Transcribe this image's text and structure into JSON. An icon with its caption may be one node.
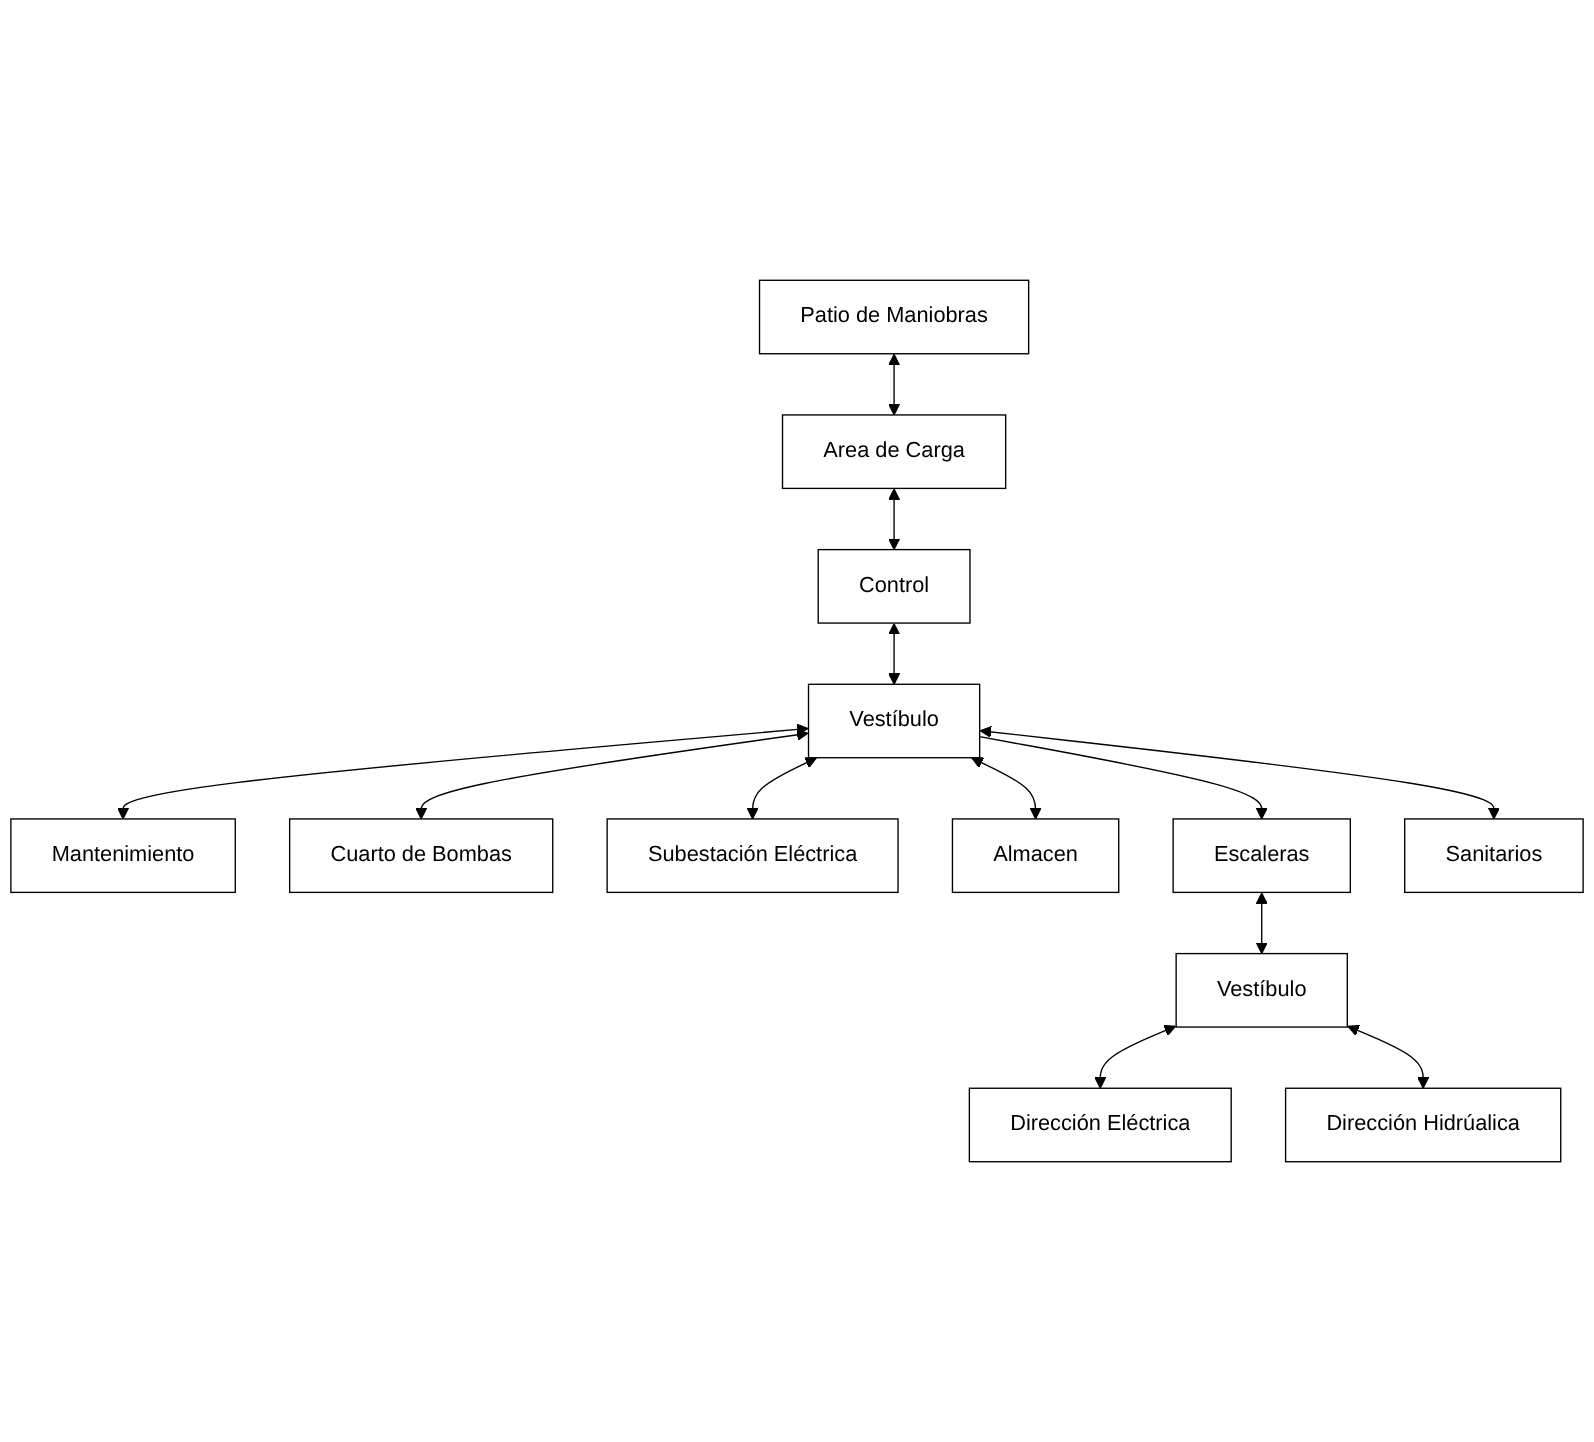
{
  "diagram": {
    "nodes": [
      {
        "text": [
          "Patio de Maniobras"
        ]
      },
      {
        "text": [
          "Area de Carga"
        ]
      },
      {
        "text": [
          "Control"
        ]
      },
      {
        "text": [
          "Mantenimiento"
        ]
      },
      {
        "text": [
          "Vestíbulo"
        ]
      },
      {
        "text": [
          "Cuarto de Bombas"
        ]
      },
      {
        "text": [
          "Subestación Eléctrica"
        ]
      },
      {
        "text": [
          "Almacen"
        ]
      },
      {
        "text": [
          "Escaleras"
        ]
      },
      {
        "text": [
          "Sanitarios"
        ]
      },
      {
        "text": [
          "Dirección Eléctrica"
        ]
      },
      {
        "text": [
          "Vestíbulo"
        ]
      },
      {
        "text": [
          "Dirección Hidrúalica"
        ]
      }
    ],
    "edges": [
      {
        "from": 0,
        "to": 1,
        "arrow": "both"
      },
      {
        "from": 1,
        "to": 2,
        "arrow": "both"
      },
      {
        "from": 2,
        "to": 4,
        "arrow": "both"
      },
      {
        "from": 4,
        "to": 3,
        "arrow": "both"
      },
      {
        "from": 4,
        "to": 6,
        "arrow": "both"
      },
      {
        "from": 4,
        "to": 5,
        "arrow": "both"
      },
      {
        "from": 4,
        "to": 7,
        "arrow": "both"
      },
      {
        "from": 4,
        "to": 8,
        "arrow": "to"
      },
      {
        "from": 4,
        "to": 9,
        "arrow": "both"
      },
      {
        "from": 8,
        "to": 11,
        "arrow": "both"
      },
      {
        "from": 11,
        "to": 10,
        "arrow": "both"
      },
      {
        "from": 11,
        "to": 12,
        "arrow": "both"
      }
    ]
  }
}
